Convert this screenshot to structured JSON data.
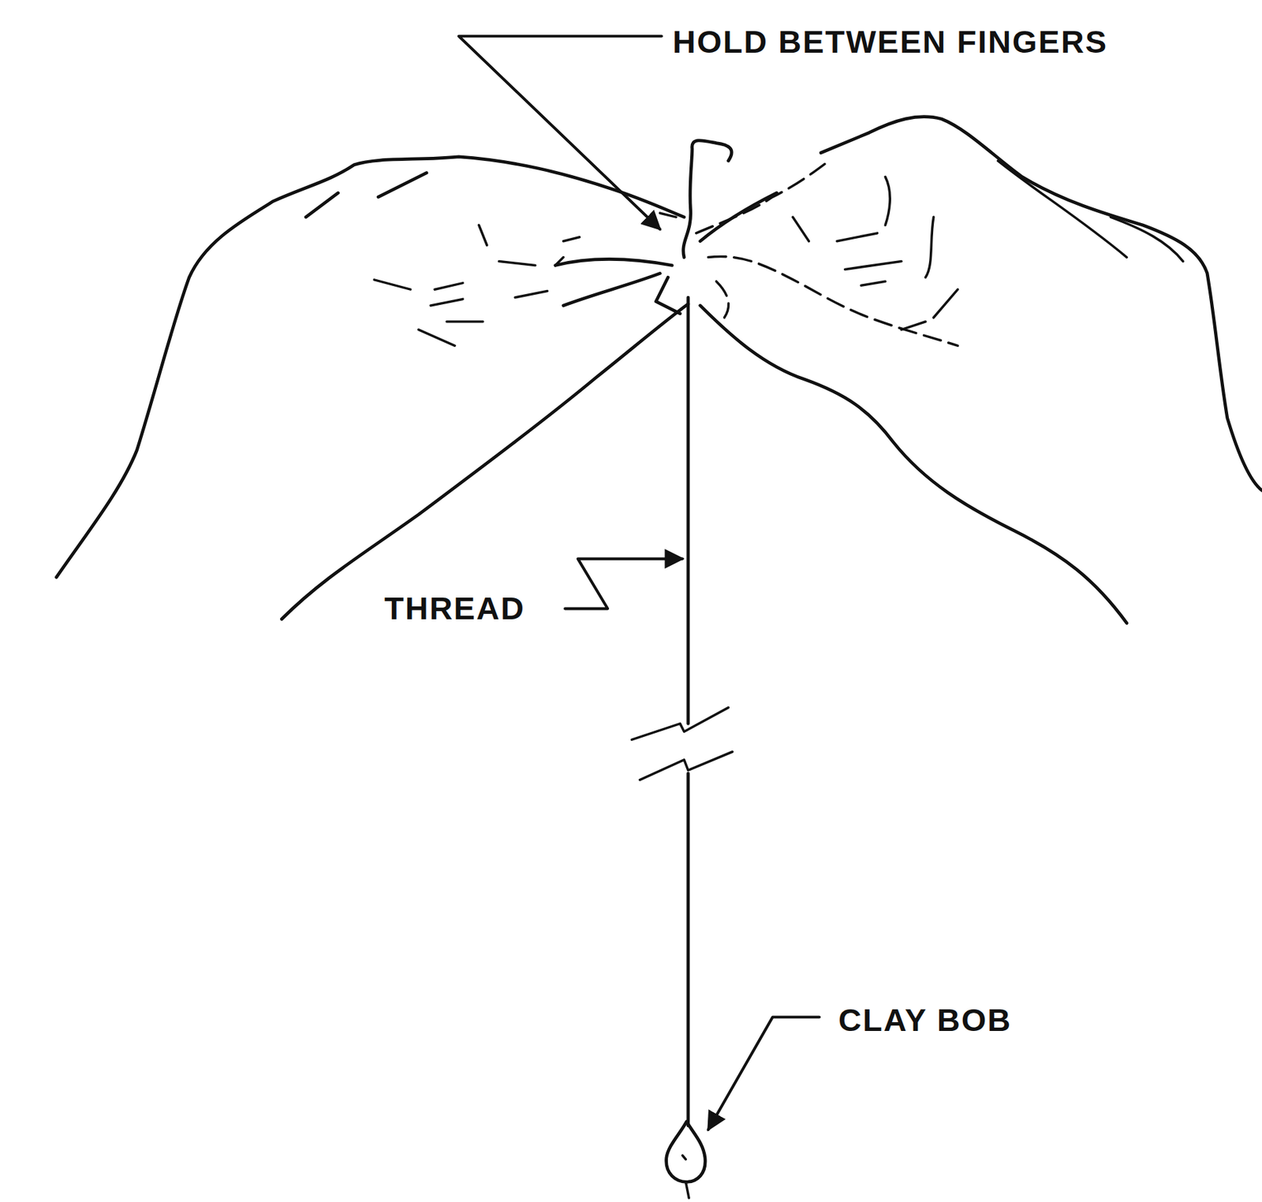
{
  "diagram": {
    "labels": [
      "HOLD BETWEEN FINGERS",
      "THREAD",
      "CLAY BOB"
    ]
  }
}
